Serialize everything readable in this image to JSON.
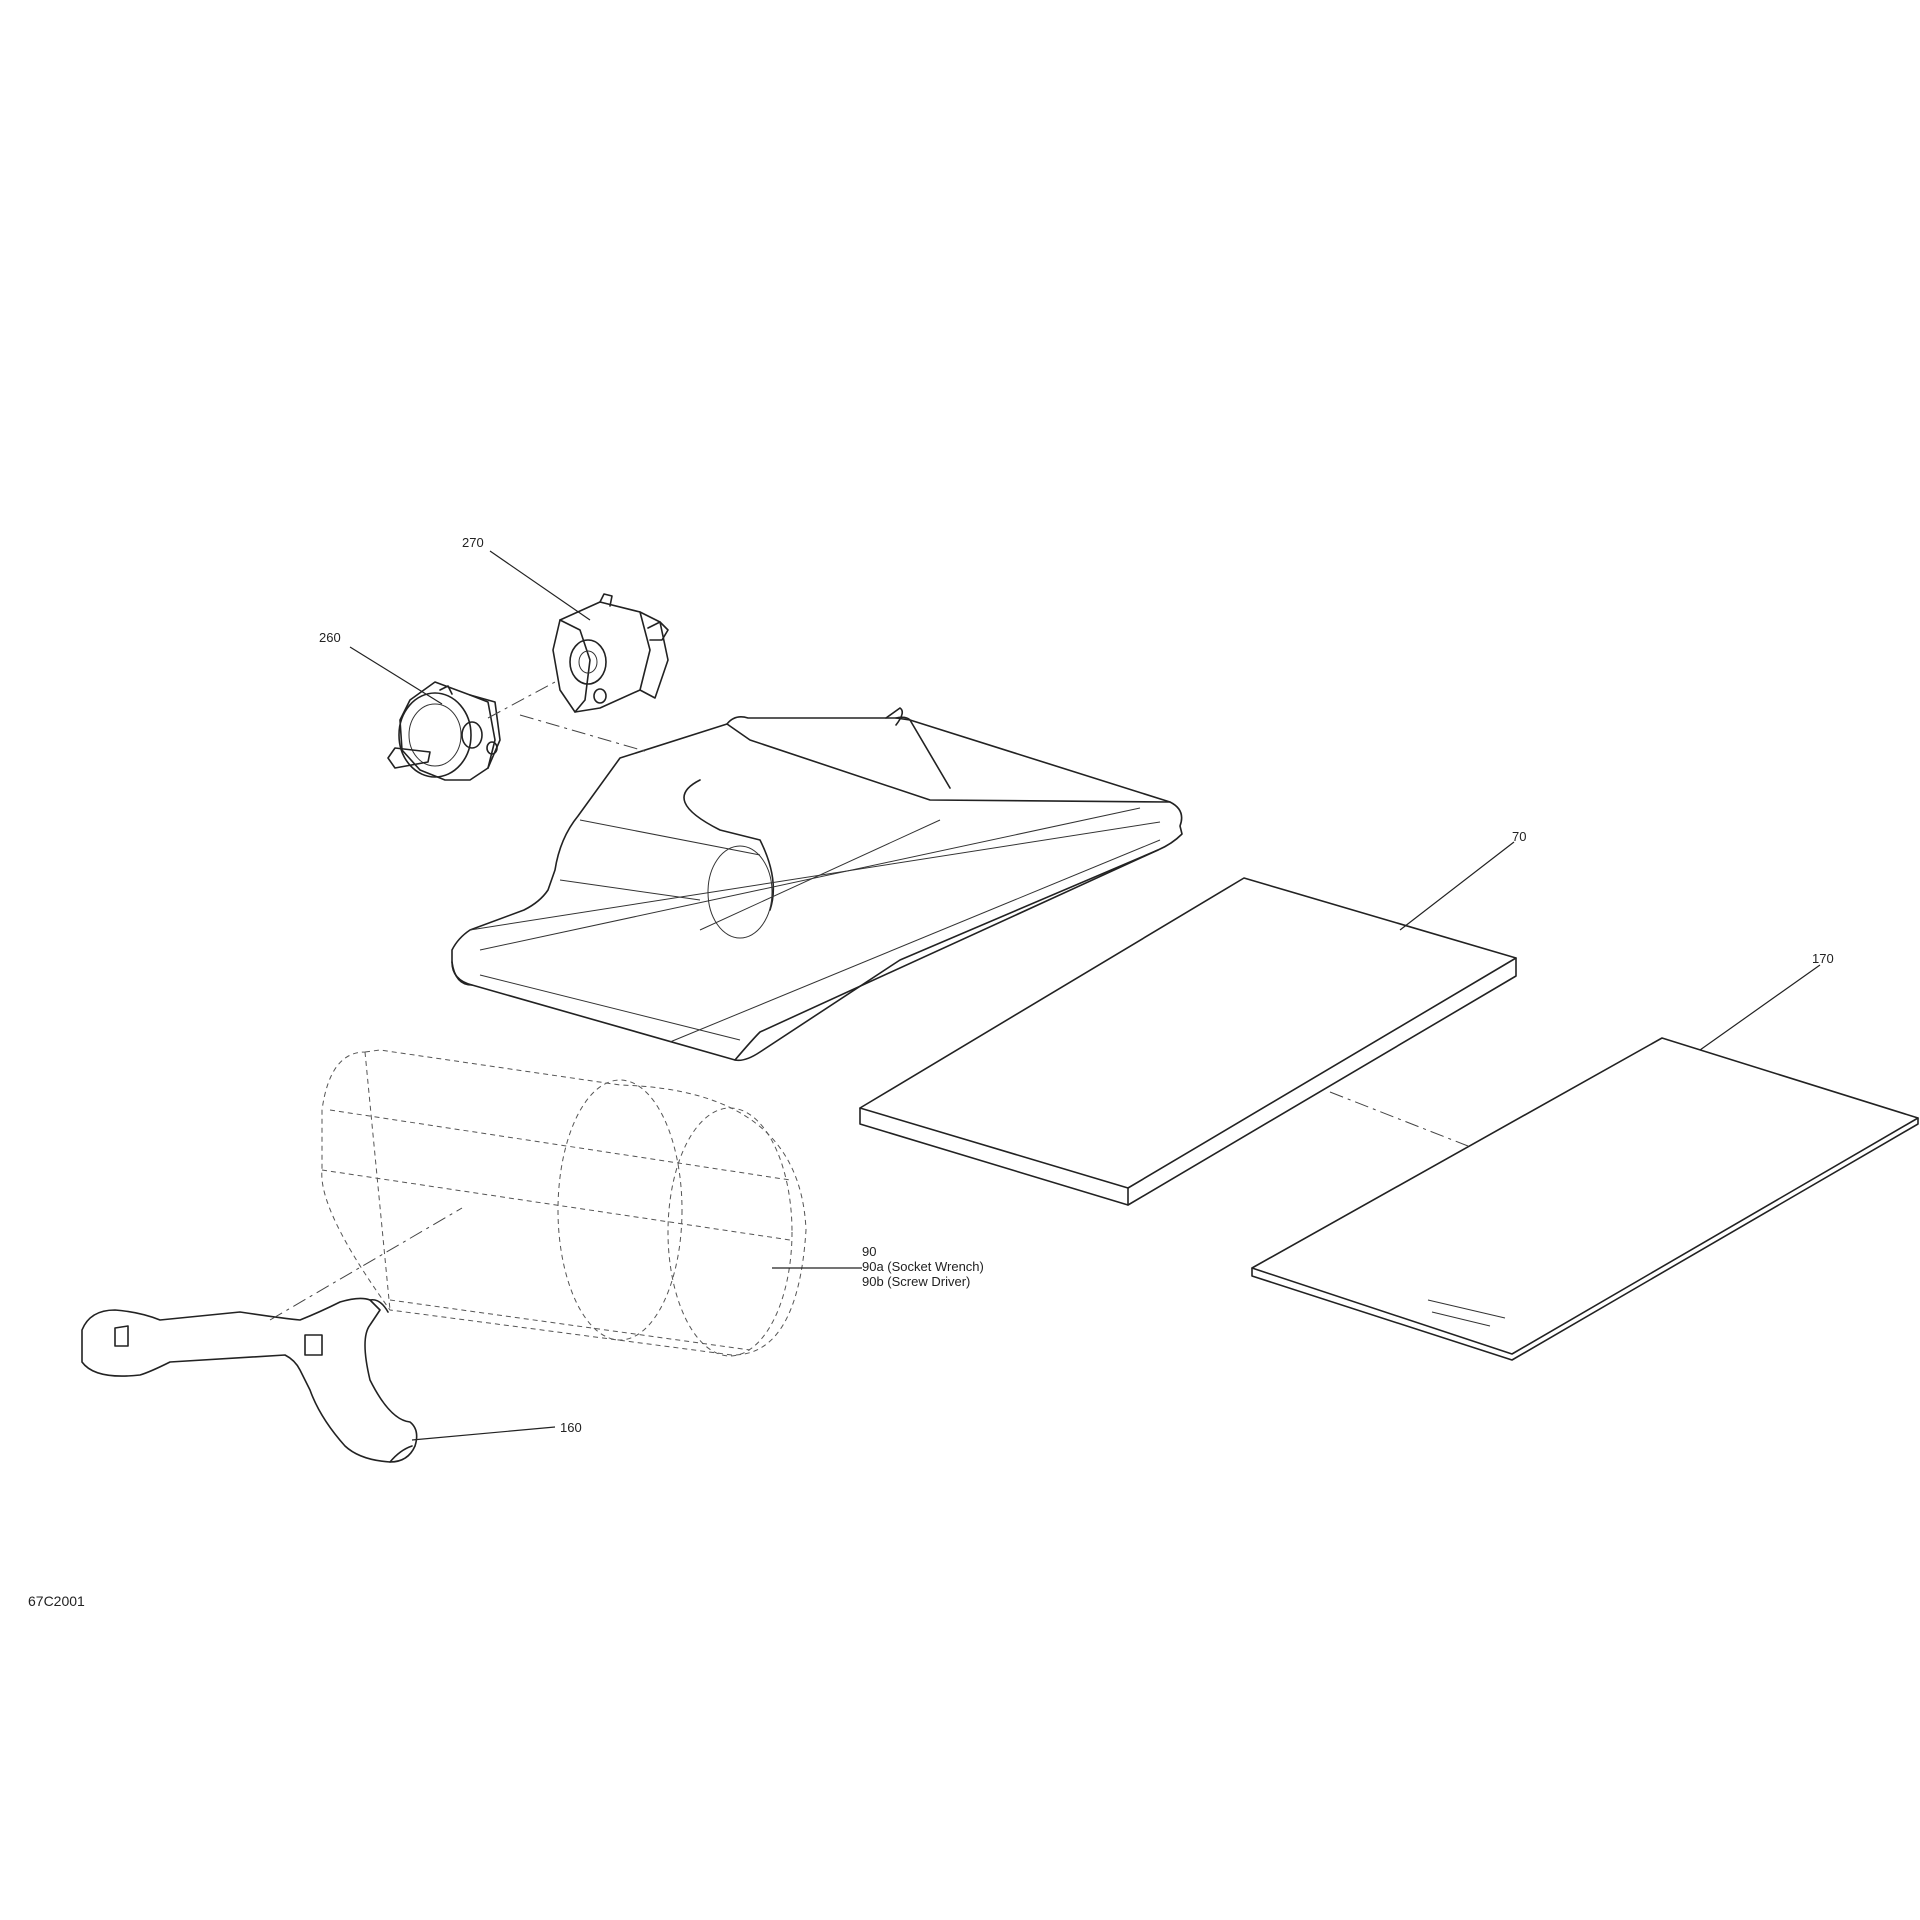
{
  "drawing": {
    "code": "67C2001"
  },
  "callouts": [
    {
      "id": "270",
      "lines": [
        "270"
      ]
    },
    {
      "id": "260",
      "lines": [
        "260"
      ]
    },
    {
      "id": "70",
      "lines": [
        "70"
      ]
    },
    {
      "id": "170",
      "lines": [
        "170"
      ]
    },
    {
      "id": "90",
      "lines": [
        "90",
        "90a (Socket Wrench)",
        "90b (Screw Driver)"
      ]
    },
    {
      "id": "160",
      "lines": [
        "160"
      ]
    }
  ],
  "colors": {
    "line": "#222222",
    "background": "#ffffff"
  }
}
